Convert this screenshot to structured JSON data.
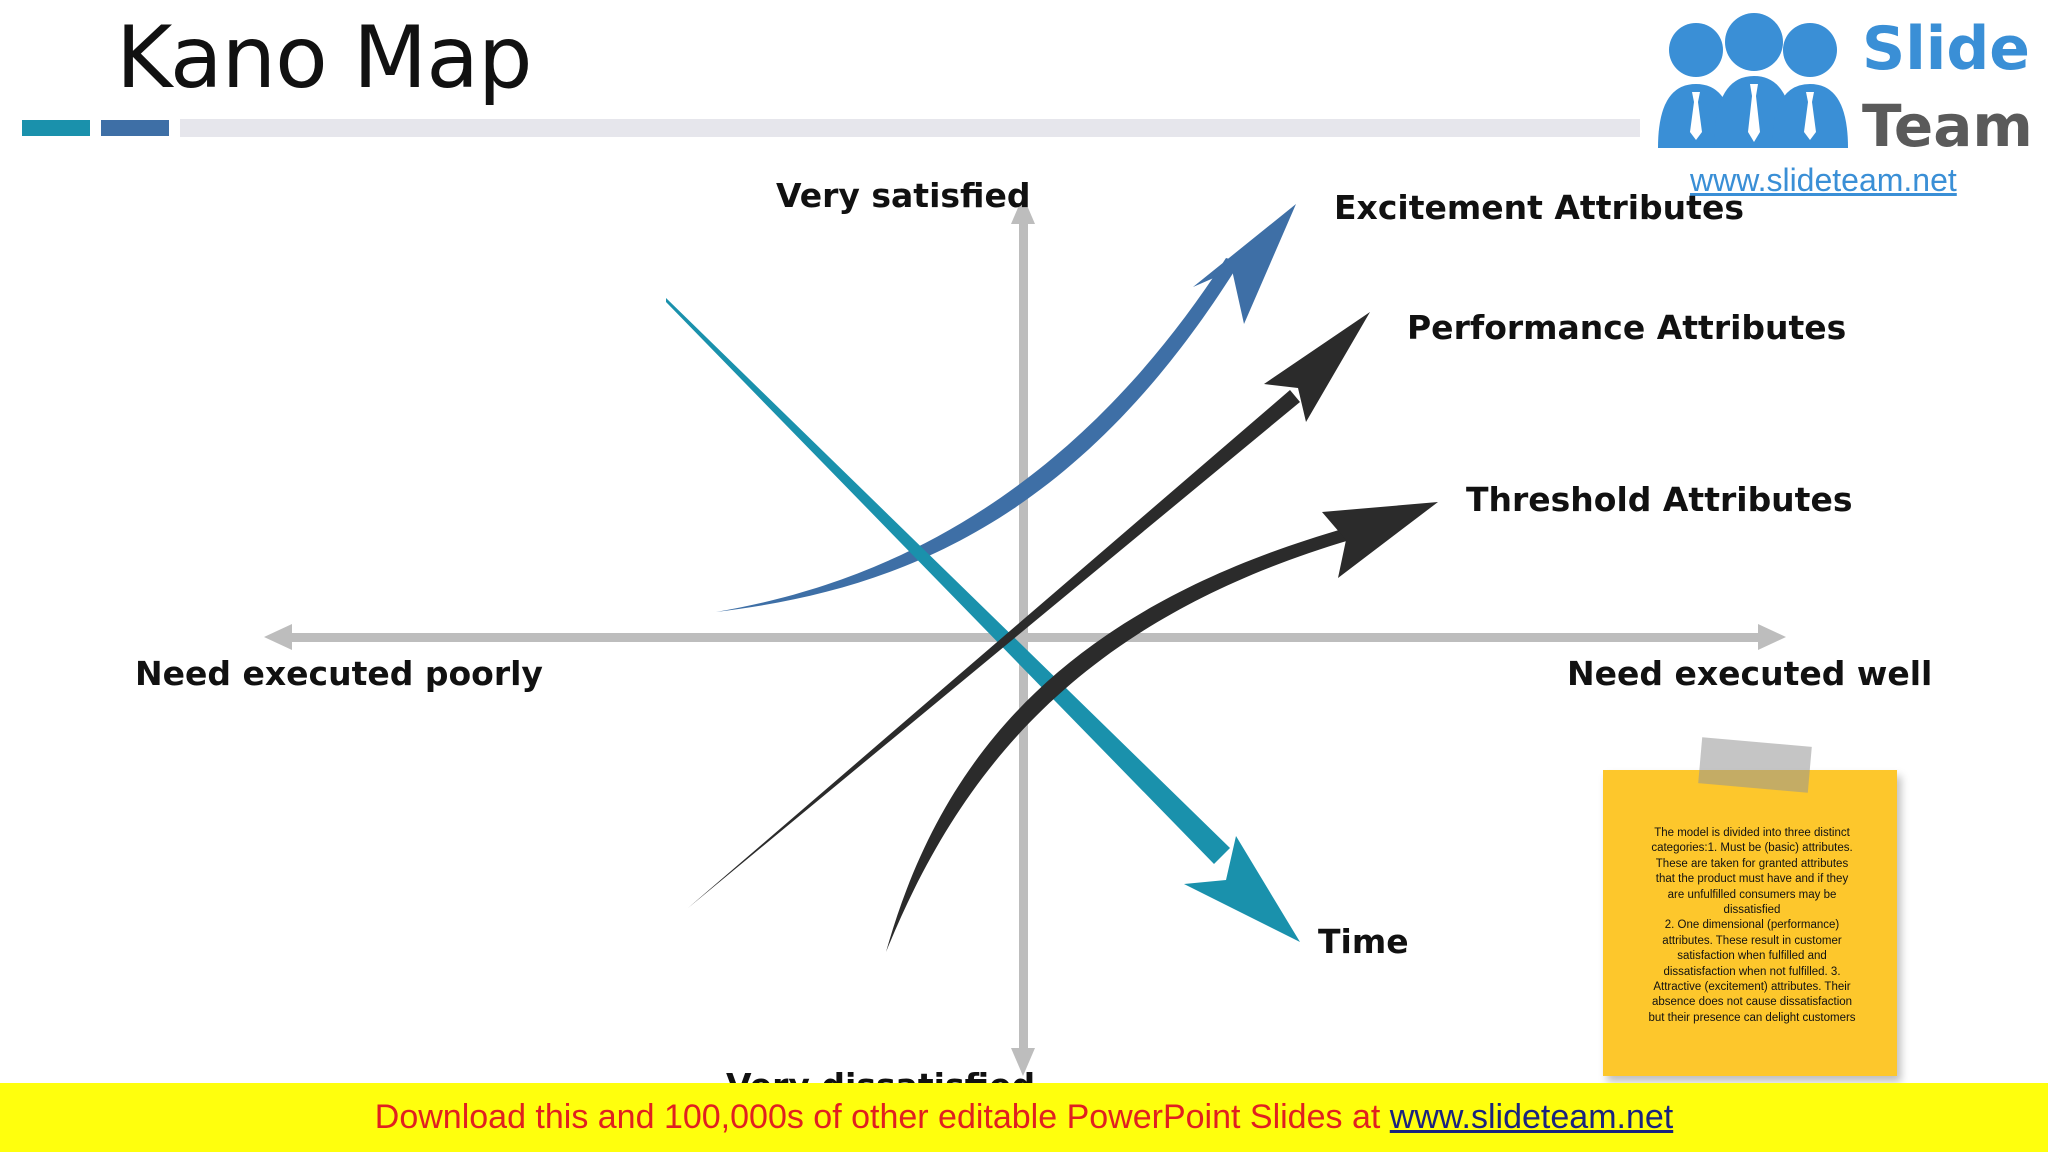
{
  "slide": {
    "title": "Kano Map"
  },
  "logo": {
    "brand_top": "Slide",
    "brand_bottom": "Team",
    "url": "www.slideteam.net",
    "icon": "three-people-icon"
  },
  "axes": {
    "top": "Very satisfied",
    "bottom": "Very dissatisfied",
    "left": "Need executed poorly",
    "right": "Need executed well"
  },
  "curves": {
    "excitement": "Excitement Attributes",
    "performance": "Performance Attributes",
    "threshold": "Threshold Attributes",
    "time": "Time"
  },
  "colors": {
    "excitement": "#3e6fa6",
    "performance": "#2b2b2b",
    "threshold": "#2b2b2b",
    "time": "#1a91ac",
    "axis": "#bdbdbd",
    "note": "#fdc72c",
    "footer_bg": "#ffff0d",
    "footer_text": "#e02020"
  },
  "note": {
    "text": "The model is divided into three distinct\ncategories:1. Must be (basic) attributes.\nThese are taken for granted attributes\nthat the product must have and if they\nare unfulfilled consumers may be\ndissatisfied\n2. One dimensional (performance)\nattributes.  These result in customer\nsatisfaction when fulfilled and\ndissatisfaction when not fulfilled. 3.\nAttractive (excitement) attributes.  Their\nabsence does not cause dissatisfaction\nbut their presence can delight customers"
  },
  "footer": {
    "text": "Download this and 100,000s of other editable PowerPoint Slides at ",
    "link": "www.slideteam.net"
  }
}
